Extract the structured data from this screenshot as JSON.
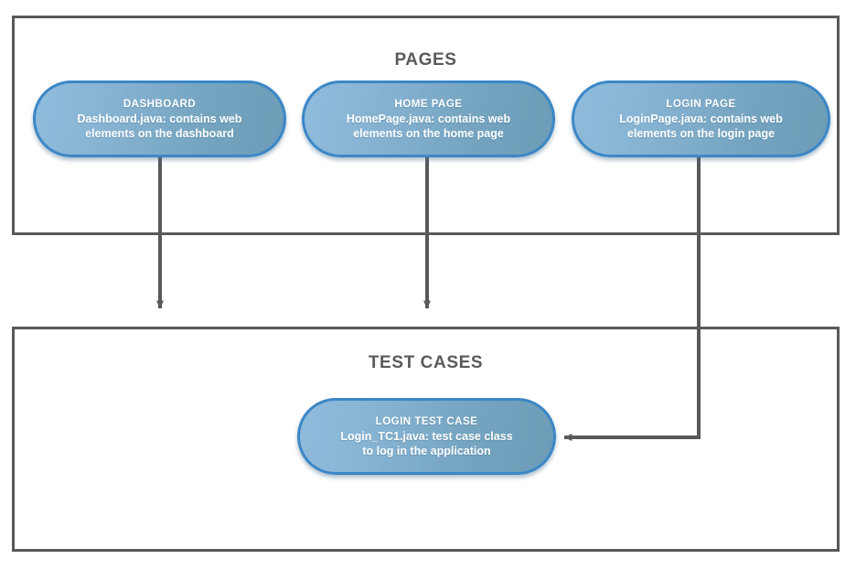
{
  "diagram": {
    "title_pages": "PAGES",
    "title_test_cases": "TEST CASES",
    "colors": {
      "frame_border": "#595959",
      "node_border": "#3c87c6",
      "node_fill_start": "#8fbbdc",
      "node_fill_end": "#6c9cb6",
      "title_text": "#5a5a5a",
      "node_text": "#ffffff",
      "connector": "#595959"
    },
    "pages": {
      "section_label": "PAGES",
      "nodes": [
        {
          "title": "DASHBOARD",
          "desc_line1": "Dashboard.java: contains web",
          "desc_line2": "elements on the dashboard"
        },
        {
          "title": "HOME PAGE",
          "desc_line1": "HomePage.java: contains web",
          "desc_line2": "elements on the home page"
        },
        {
          "title": "LOGIN PAGE",
          "desc_line1": "LoginPage.java: contains web",
          "desc_line2": "elements on the login page"
        }
      ]
    },
    "test_cases": {
      "section_label": "TEST CASES",
      "nodes": [
        {
          "title": "LOGIN TEST CASE",
          "desc_line1": "Login_TC1.java: test case class",
          "desc_line2": "to log in the application"
        }
      ]
    },
    "connectors": [
      {
        "from": "DASHBOARD",
        "to": "TEST CASES",
        "direction": "down"
      },
      {
        "from": "HOME PAGE",
        "to": "TEST CASES",
        "direction": "down"
      },
      {
        "from": "LOGIN PAGE",
        "to": "LOGIN TEST CASE",
        "direction": "down-then-left"
      }
    ]
  }
}
